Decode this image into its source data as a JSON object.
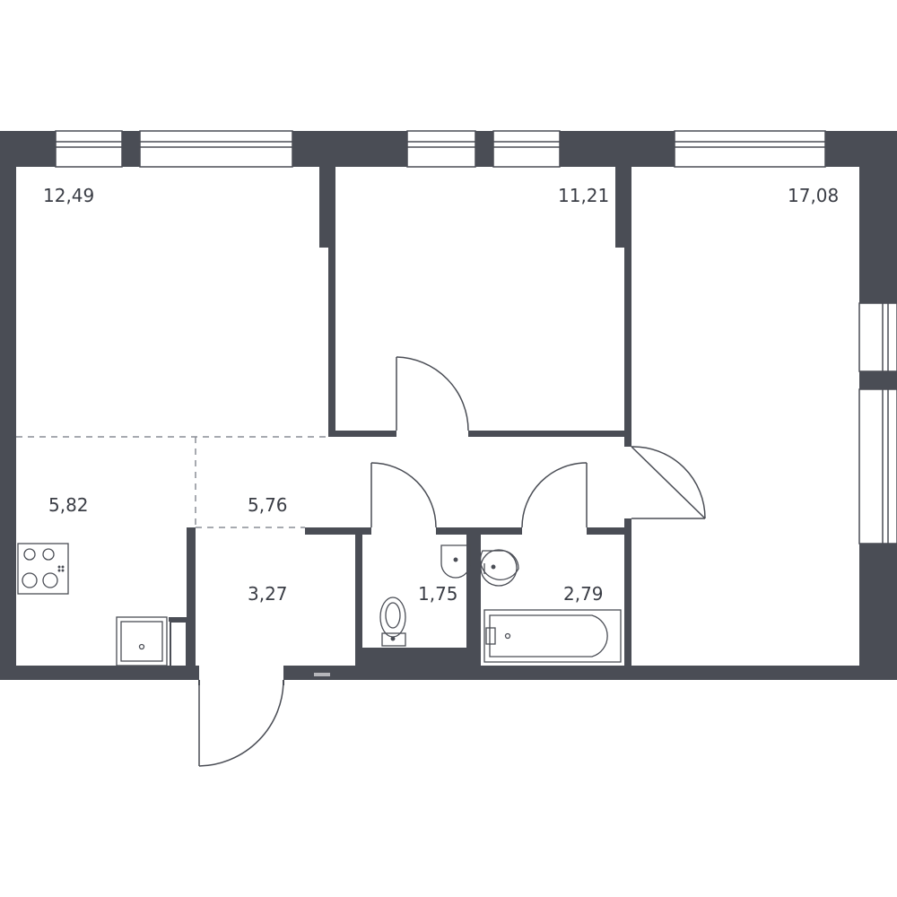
{
  "colors": {
    "wall": "#4a4d55",
    "line": "#4a4d55",
    "dash": "#8a8d95",
    "background": "#ffffff"
  },
  "rooms": [
    {
      "id": "bedroom-left",
      "area": "12,49"
    },
    {
      "id": "bedroom-middle",
      "area": "11,21"
    },
    {
      "id": "living-room",
      "area": "17,08"
    },
    {
      "id": "kitchen",
      "area": "5,82"
    },
    {
      "id": "hall",
      "area": "5,76"
    },
    {
      "id": "entrance",
      "area": "3,27"
    },
    {
      "id": "toilet",
      "area": "1,75"
    },
    {
      "id": "bathroom",
      "area": "2,79"
    }
  ],
  "icons": [
    "stove-icon",
    "sink-icon",
    "washbasin-icon",
    "toilet-icon",
    "bathtub-icon"
  ]
}
